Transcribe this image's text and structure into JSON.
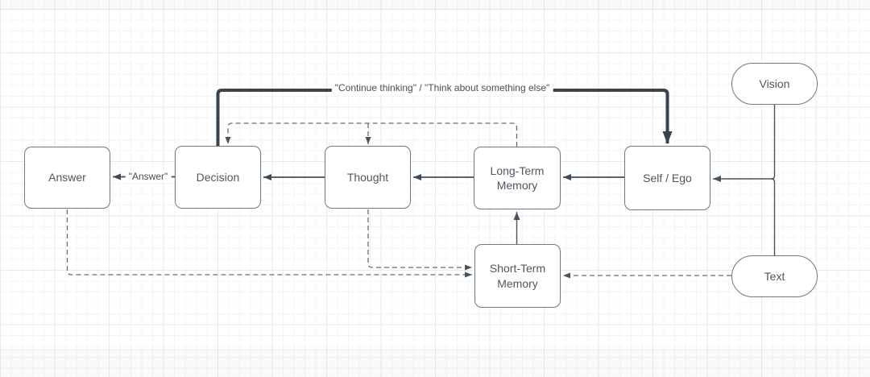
{
  "diagram": {
    "kind": "flowchart",
    "nodes": {
      "answer": {
        "label": "Answer",
        "shape": "rounded-rect"
      },
      "decision": {
        "label": "Decision",
        "shape": "rounded-rect"
      },
      "thought": {
        "label": "Thought",
        "shape": "rounded-rect"
      },
      "long_term_memory": {
        "label": "Long-Term Memory",
        "shape": "rounded-rect"
      },
      "short_term_memory": {
        "label": "Short-Term Memory",
        "shape": "rounded-rect"
      },
      "self_ego": {
        "label": "Self / Ego",
        "shape": "rounded-rect"
      },
      "vision": {
        "label": "Vision",
        "shape": "stadium"
      },
      "text": {
        "label": "Text",
        "shape": "stadium"
      }
    },
    "edge_labels": {
      "loop_label": "\"Continue thinking\" / \"Think about something else\"",
      "answer_label": "\"Answer\""
    },
    "connections": [
      {
        "from": "Decision",
        "to": "Self / Ego",
        "style": "thick-solid",
        "label": "\"Continue thinking\" / \"Think about something else\""
      },
      {
        "from": "Self / Ego",
        "to": "Long-Term Memory",
        "style": "solid"
      },
      {
        "from": "Long-Term Memory",
        "to": "Thought",
        "style": "solid"
      },
      {
        "from": "Thought",
        "to": "Decision",
        "style": "solid"
      },
      {
        "from": "Decision",
        "to": "Answer",
        "style": "solid",
        "label": "\"Answer\""
      },
      {
        "from": "Short-Term Memory",
        "to": "Long-Term Memory",
        "style": "solid"
      },
      {
        "from": "Vision",
        "to": "Self / Ego",
        "style": "solid"
      },
      {
        "from": "Text",
        "to": "Self / Ego",
        "style": "solid"
      },
      {
        "from": "Long-Term Memory",
        "to": "Decision",
        "style": "dashed"
      },
      {
        "from": "Long-Term Memory",
        "to": "Thought",
        "style": "dashed"
      },
      {
        "from": "Answer",
        "to": "Short-Term Memory",
        "style": "dashed"
      },
      {
        "from": "Thought",
        "to": "Short-Term Memory",
        "style": "dashed"
      },
      {
        "from": "Text",
        "to": "Short-Term Memory",
        "style": "dashed"
      }
    ],
    "colors": {
      "node_fill": "#ffffff",
      "node_border": "#6e7883",
      "node_text": "#4d5761",
      "solid_edge": "#414b57",
      "thick_edge": "#39434e",
      "thin_edge": "#5a646f",
      "dashed_edge": "#636d78",
      "grid_minor": "#f3f4f6",
      "grid_major": "#e8eaed"
    }
  }
}
